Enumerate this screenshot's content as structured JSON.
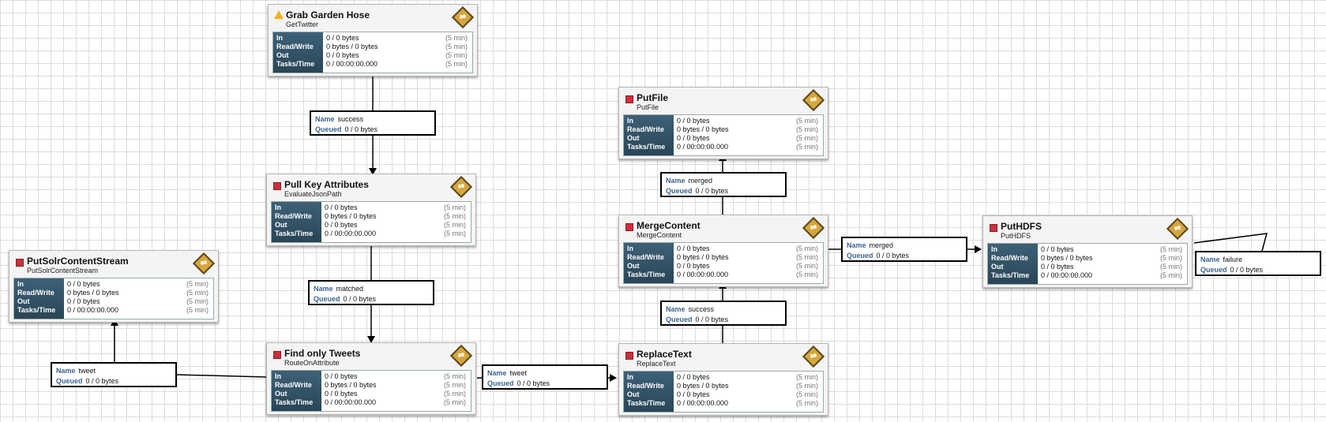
{
  "stat_labels": {
    "in": "In",
    "rw": "Read/Write",
    "out": "Out",
    "tasks": "Tasks/Time"
  },
  "conn_labels": {
    "name": "Name",
    "queued": "Queued"
  },
  "processors": [
    {
      "name": "Grab Garden Hose",
      "type": "GetTwitter",
      "status": "warning",
      "in": "0 / 0 bytes",
      "rw": "0 bytes / 0 bytes",
      "out": "0 / 0 bytes",
      "tasks": "0 / 00:00:00.000",
      "period": "(5 min)"
    },
    {
      "name": "Pull Key Attributes",
      "type": "EvaluateJsonPath",
      "status": "stopped",
      "in": "0 / 0 bytes",
      "rw": "0 bytes / 0 bytes",
      "out": "0 / 0 bytes",
      "tasks": "0 / 00:00:00.000",
      "period": "(5 min)"
    },
    {
      "name": "Find only Tweets",
      "type": "RouteOnAttribute",
      "status": "stopped",
      "in": "0 / 0 bytes",
      "rw": "0 bytes / 0 bytes",
      "out": "0 / 0 bytes",
      "tasks": "0 / 00:00:00.000",
      "period": "(5 min)"
    },
    {
      "name": "PutSolrContentStream",
      "type": "PutSolrContentStream",
      "status": "stopped",
      "in": "0 / 0 bytes",
      "rw": "0 bytes / 0 bytes",
      "out": "0 / 0 bytes",
      "tasks": "0 / 00:00:00.000",
      "period": "(5 min)"
    },
    {
      "name": "ReplaceText",
      "type": "ReplaceText",
      "status": "stopped",
      "in": "0 / 0 bytes",
      "rw": "0 bytes / 0 bytes",
      "out": "0 / 0 bytes",
      "tasks": "0 / 00:00:00.000",
      "period": "(5 min)"
    },
    {
      "name": "MergeContent",
      "type": "MergeContent",
      "status": "stopped",
      "in": "0 / 0 bytes",
      "rw": "0 bytes / 0 bytes",
      "out": "0 / 0 bytes",
      "tasks": "0 / 00:00:00.000",
      "period": "(5 min)"
    },
    {
      "name": "PutFile",
      "type": "PutFile",
      "status": "stopped",
      "in": "0 / 0 bytes",
      "rw": "0 bytes / 0 bytes",
      "out": "0 / 0 bytes",
      "tasks": "0 / 00:00:00.000",
      "period": "(5 min)"
    },
    {
      "name": "PutHDFS",
      "type": "PutHDFS",
      "status": "stopped",
      "in": "0 / 0 bytes",
      "rw": "0 bytes / 0 bytes",
      "out": "0 / 0 bytes",
      "tasks": "0 / 00:00:00.000",
      "period": "(5 min)"
    }
  ],
  "connections": [
    {
      "name": "success",
      "queued": "0 / 0 bytes"
    },
    {
      "name": "matched",
      "queued": "0 / 0 bytes"
    },
    {
      "name": "tweet",
      "queued": "0 / 0 bytes"
    },
    {
      "name": "tweet",
      "queued": "0 / 0 bytes"
    },
    {
      "name": "success",
      "queued": "0 / 0 bytes"
    },
    {
      "name": "merged",
      "queued": "0 / 0 bytes"
    },
    {
      "name": "merged",
      "queued": "0 / 0 bytes"
    },
    {
      "name": "failure",
      "queued": "0 / 0 bytes"
    }
  ],
  "colors": {
    "stopped": "#c9303a",
    "warning": "#f2b01e",
    "stats_header": "#2f4e62",
    "label_key": "#3d6590"
  }
}
